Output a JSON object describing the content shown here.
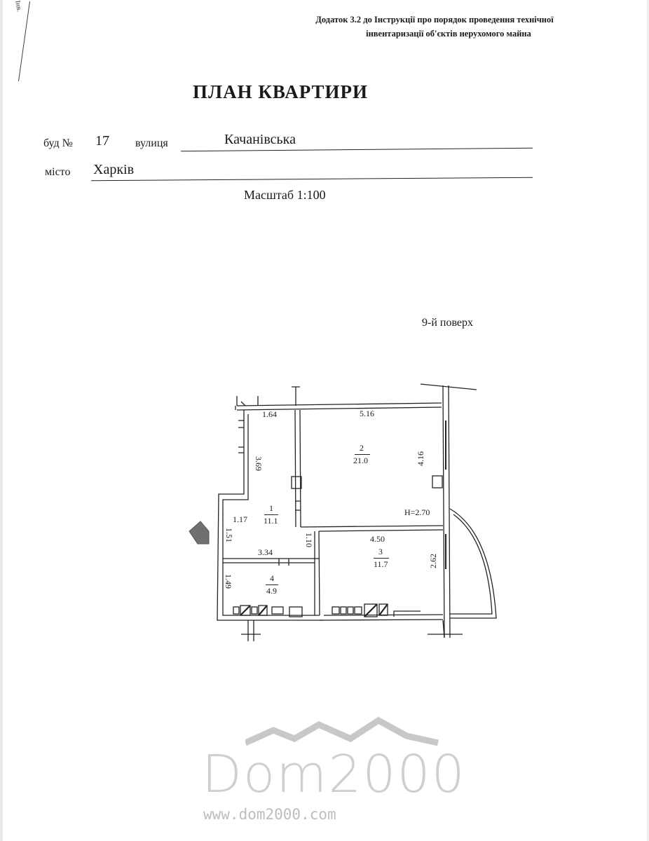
{
  "header": {
    "line1": "Додаток 3.2 до Інструкції про порядок проведення технічної",
    "line2": "інвентаризації об'єктів нерухомого майна"
  },
  "corner_stamp_text": "Інв.",
  "title": "ПЛАН КВАРТИРИ",
  "address": {
    "building_label": "буд №",
    "building_number": "17",
    "street_label": "вулиця",
    "street": "Качанівська",
    "city_label": "місто",
    "city": "Харків"
  },
  "scale": "Масштаб 1:100",
  "floor": "9-й поверх",
  "plan": {
    "dimensions": {
      "d1_64": "1.64",
      "d5_16": "5.16",
      "d3_69": "3.69",
      "d4_16": "4.16",
      "d1_17": "1.17",
      "d1_51": "1.51",
      "d3_34": "3.34",
      "d1_10": "1.10",
      "d4_50": "4.50",
      "d2_62": "2.62",
      "d1_49": "1.49"
    },
    "height_label": "H=2.70",
    "rooms": [
      {
        "number": "1",
        "area": "11.1"
      },
      {
        "number": "2",
        "area": "21.0"
      },
      {
        "number": "3",
        "area": "11.7"
      },
      {
        "number": "4",
        "area": "4.9"
      }
    ]
  },
  "watermark": {
    "brand": "Dom2000",
    "url": "www.dom2000.com"
  }
}
